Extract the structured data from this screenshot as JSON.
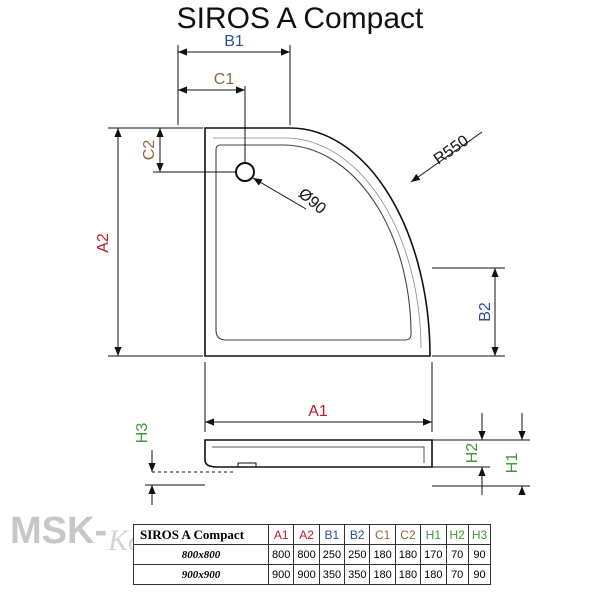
{
  "title": "SIROS A Compact",
  "dimensions": {
    "B1": "B1",
    "C1": "C1",
    "C2": "C2",
    "A2": "A2",
    "R550": "R550",
    "diameter": "Ø90",
    "B2": "B2",
    "A1": "A1",
    "H3": "H3",
    "H2": "H2",
    "H1": "H1"
  },
  "colors": {
    "A": "#c0192c",
    "B": "#2c4f93",
    "C": "#8a6a3a",
    "H": "#3d9a36",
    "line": "#111111"
  },
  "watermark": {
    "text": "MSK-",
    "script": "Kom..."
  },
  "table": {
    "product": "SIROS A Compact",
    "headers": [
      "A1",
      "A2",
      "B1",
      "B2",
      "C1",
      "C2",
      "H1",
      "H2",
      "H3"
    ],
    "rows": [
      {
        "size": "800x800",
        "values": [
          "800",
          "800",
          "250",
          "250",
          "180",
          "180",
          "170",
          "70",
          "90"
        ]
      },
      {
        "size": "900x900",
        "values": [
          "900",
          "900",
          "350",
          "350",
          "180",
          "180",
          "180",
          "70",
          "90"
        ]
      }
    ]
  }
}
